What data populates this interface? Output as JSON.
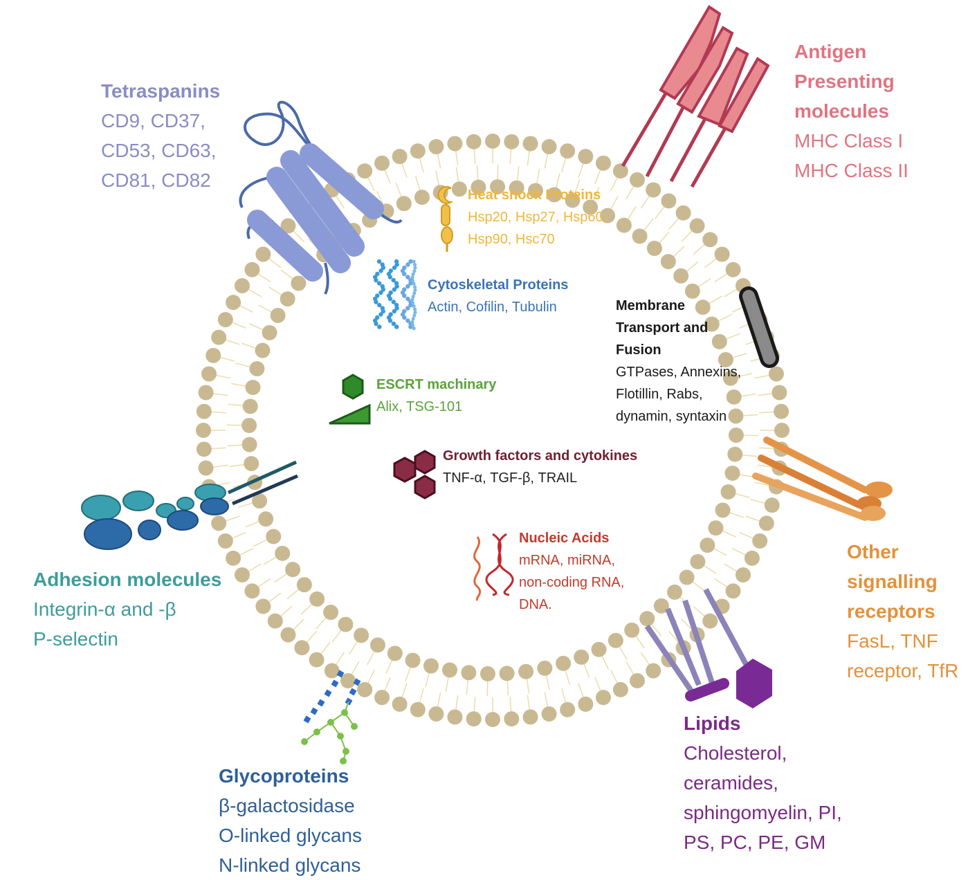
{
  "colors": {
    "membrane_head": "#c9b992",
    "membrane_tail": "#eadcab",
    "tetraspanins": "#8a8cc4",
    "antigen": "#e07480",
    "heat_shock": "#f0b63c",
    "cytoskeletal": "#3a73b8",
    "membrane_transport": "#1a1a1a",
    "escrt": "#5aa33a",
    "growth": "#6e1f33",
    "nucleic": "#c23b2b",
    "adhesion": "#3e9c9c",
    "glyco": "#2f5f97",
    "lipids": "#7a2a84",
    "signalling": "#e3913c"
  },
  "groups": {
    "tetraspanins": {
      "title": "Tetraspanins",
      "lines": [
        "CD9, CD37,",
        "CD53, CD63,",
        "CD81, CD82"
      ]
    },
    "antigen": {
      "title": "Antigen",
      "title2": "Presenting",
      "title3": "molecules",
      "lines": [
        "MHC Class I",
        "MHC Class II"
      ]
    },
    "heat_shock": {
      "title": "Heat shock  Proteins",
      "lines": [
        "Hsp20, Hsp27, Hsp60,",
        "Hsp90, Hsc70"
      ]
    },
    "cytoskeletal": {
      "title": "Cytoskeletal Proteins",
      "lines": [
        "Actin, Cofilin, Tubulin"
      ]
    },
    "membrane_transport": {
      "title": "Membrane",
      "title2": "Transport and",
      "title3": "Fusion",
      "lines": [
        "GTPases, Annexins,",
        "Flotillin, Rabs,",
        "dynamin, syntaxin"
      ]
    },
    "escrt": {
      "title": "ESCRT machinary",
      "lines": [
        "Alix, TSG-101"
      ]
    },
    "growth": {
      "title": "Growth factors and cytokines",
      "lines": [
        "TNF-α, TGF-β, TRAIL"
      ]
    },
    "nucleic": {
      "title": "Nucleic Acids",
      "lines": [
        "mRNA, miRNA,",
        "non-coding RNA,",
        "DNA."
      ]
    },
    "adhesion": {
      "title": "Adhesion molecules",
      "lines": [
        "Integrin-α and -β",
        "P-selectin"
      ]
    },
    "signalling": {
      "title": "Other",
      "title2": "signalling",
      "title3": "receptors",
      "lines": [
        "FasL, TNF",
        "receptor, TfR"
      ]
    },
    "lipids": {
      "title": "Lipids",
      "lines": [
        "Cholesterol,",
        "ceramides,",
        "sphingomyelin, PI,",
        "PS, PC, PE, GM"
      ]
    },
    "glyco": {
      "title": "Glycoproteins",
      "lines": [
        "β-galactosidase",
        "O-linked glycans",
        "N-linked glycans"
      ]
    }
  },
  "icons": {
    "tetraspanin": "tetraspanin-protein-icon",
    "mhc": "mhc-molecule-icon",
    "hsp": "heat-shock-protein-icon",
    "actin": "actin-filament-icon",
    "transport": "transport-protein-icon",
    "escrt": "escrt-complex-icon",
    "cytokine": "cytokine-hexagon-icon",
    "dna": "dna-helix-icon",
    "integrin": "integrin-icon",
    "receptor": "receptor-icon",
    "lipid": "lipid-icon",
    "glycan": "glycan-chain-icon"
  }
}
